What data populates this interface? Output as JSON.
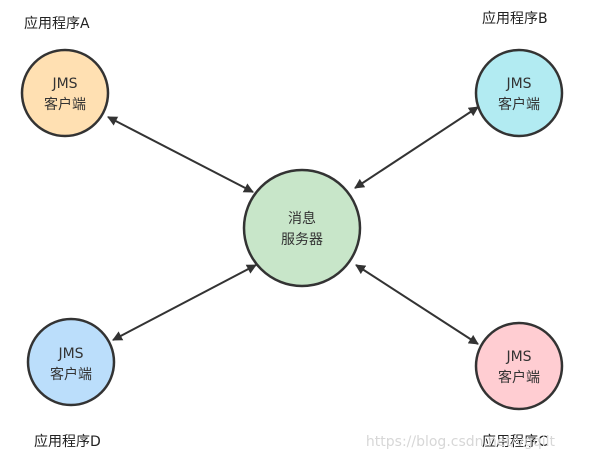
{
  "server": {
    "line1": "消息",
    "line2": "服务器",
    "fill": "#c8e6c9"
  },
  "clients": [
    {
      "app_label": "应用程序A",
      "line1": "JMS",
      "line2": "客户端",
      "fill": "#ffe0b2"
    },
    {
      "app_label": "应用程序B",
      "line1": "JMS",
      "line2": "客户端",
      "fill": "#b2ebf2"
    },
    {
      "app_label": "应用程序C",
      "line1": "JMS",
      "line2": "客户端",
      "fill": "#ffcdd2"
    },
    {
      "app_label": "应用程序D",
      "line1": "JMS",
      "line2": "客户端",
      "fill": "#bbdefb"
    }
  ],
  "watermark": "https://blog.csdn.net/vgqilt",
  "colors": {
    "stroke": "#333333",
    "arrow": "#333333"
  }
}
